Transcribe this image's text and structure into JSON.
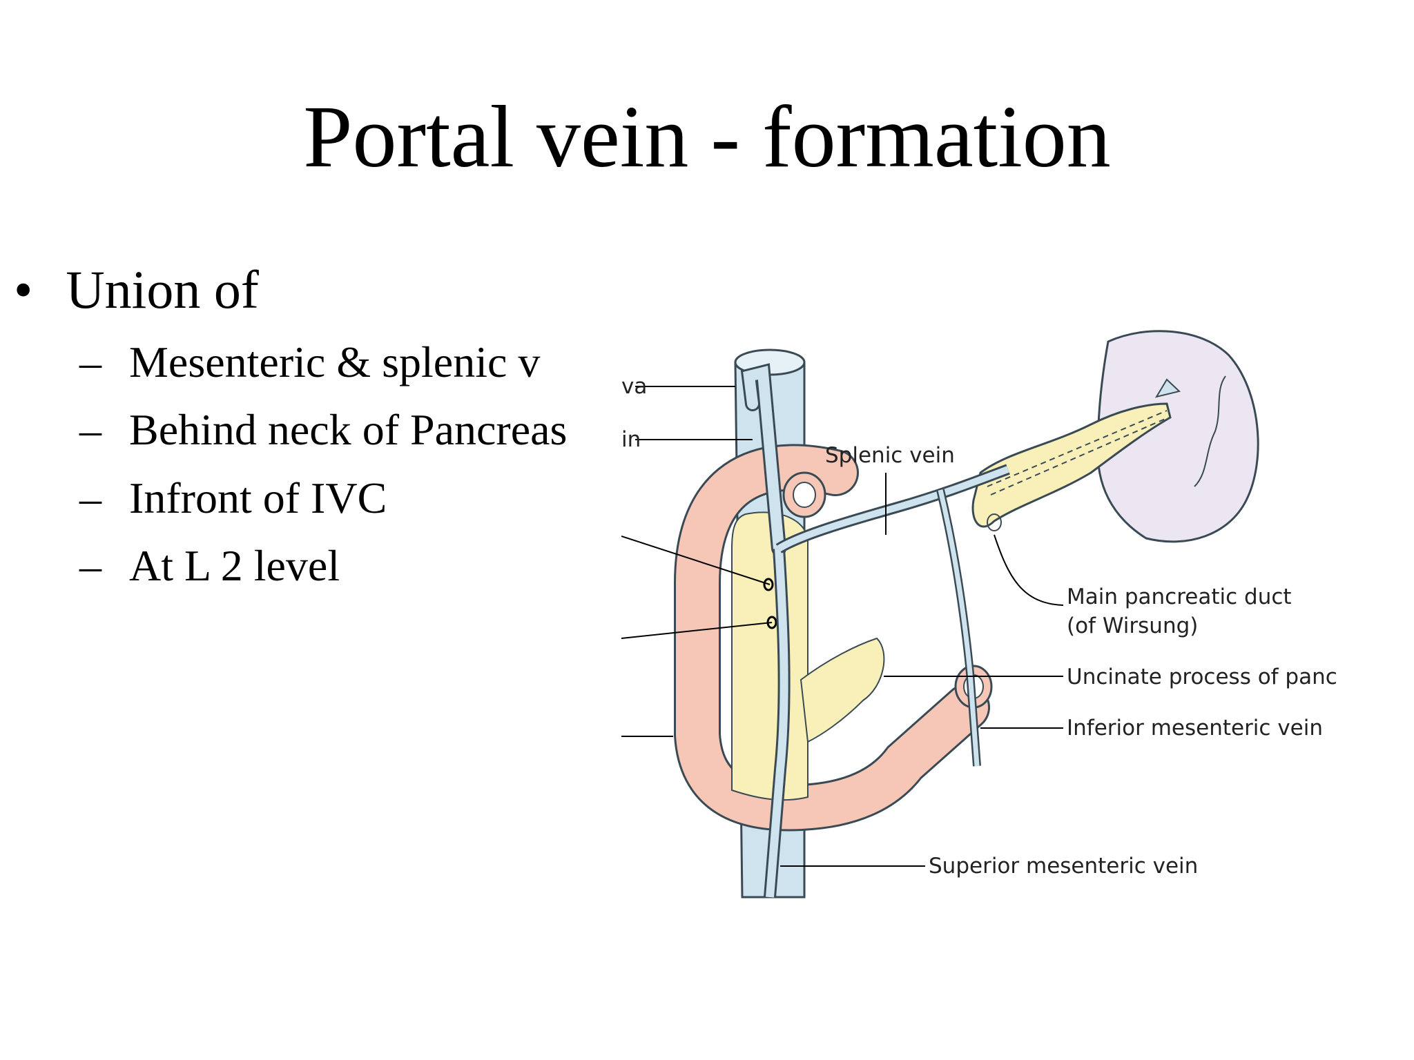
{
  "slide": {
    "title": "Portal vein - formation"
  },
  "bullets": {
    "main": {
      "marker": "•",
      "text": "Union of"
    },
    "subs": [
      {
        "marker": "–",
        "text": "Mesenteric & splenic  v"
      },
      {
        "marker": "–",
        "text": "Behind neck of Pancreas"
      },
      {
        "marker": "–",
        "text": "Infront of IVC"
      },
      {
        "marker": "–",
        "text": "At L 2 level"
      }
    ]
  },
  "figure": {
    "cropped_labels": [
      "va",
      "in"
    ],
    "labels": {
      "splenic_vein": "Splenic vein",
      "main_duct_1": "Main pancreatic duct",
      "main_duct_2": "(of Wirsung)",
      "uncinate": "Uncinate process of panc",
      "inferior_mesenteric": "Inferior mesenteric vein",
      "superior_mesenteric": "Superior mesenteric vein"
    },
    "colors": {
      "vein": "#cfe3ee",
      "vein_outline": "#3a4a55",
      "duodenum": "#f6c7b6",
      "pancreas": "#f8f0b8",
      "spleen": "#ece6f2"
    }
  }
}
